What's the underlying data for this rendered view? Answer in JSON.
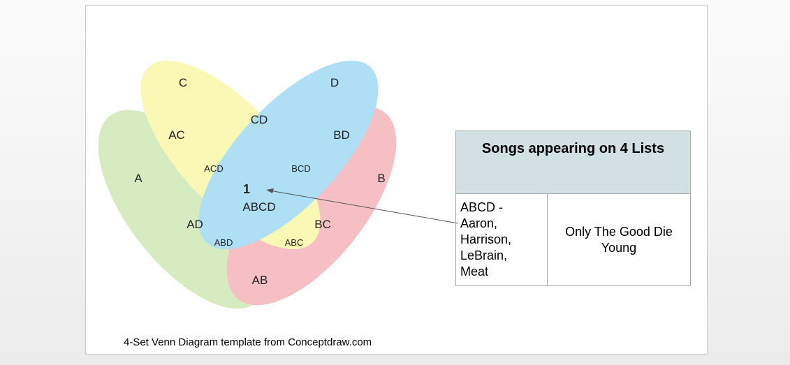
{
  "diagram": {
    "sets": [
      {
        "name": "A",
        "color": "#b7dc8f"
      },
      {
        "name": "B",
        "color": "#f08c95"
      },
      {
        "name": "C",
        "color": "#f7f37a"
      },
      {
        "name": "D",
        "color": "#6cc6ee"
      }
    ],
    "regions": {
      "A": "A",
      "B": "B",
      "C": "C",
      "D": "D",
      "AC": "AC",
      "CD": "CD",
      "BD": "BD",
      "ACD": "ACD",
      "BCD": "BCD",
      "ABCD": "ABCD",
      "AD": "AD",
      "BC": "BC",
      "ABD": "ABD",
      "ABC": "ABC",
      "AB": "AB"
    },
    "marker": "1"
  },
  "table": {
    "header": "Songs appearing on 4 Lists",
    "row_key": [
      "ABCD -",
      "Aaron,",
      "Harrison,",
      "LeBrain,",
      "Meat"
    ],
    "row_value": [
      "Only The Good Die",
      "Young"
    ]
  },
  "caption": "4-Set Venn Diagram template from Conceptdraw.com"
}
